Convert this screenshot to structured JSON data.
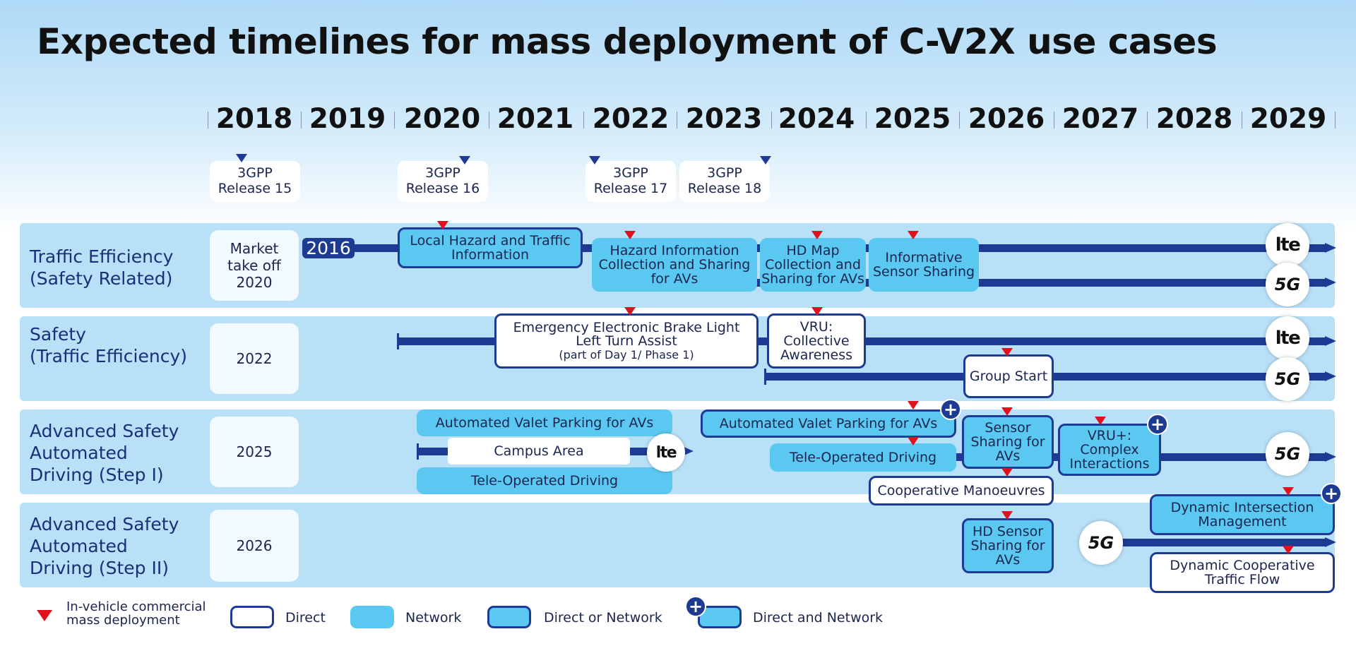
{
  "title": "Expected timelines for mass deployment of C-V2X use cases",
  "years": [
    "2018",
    "2019",
    "2020",
    "2021",
    "2022",
    "2023",
    "2024",
    "2025",
    "2026",
    "2027",
    "2028",
    "2029"
  ],
  "releases": [
    {
      "line1": "3GPP",
      "line2": "Release 15"
    },
    {
      "line1": "3GPP",
      "line2": "Release 16"
    },
    {
      "line1": "3GPP",
      "line2": "Release 17"
    },
    {
      "line1": "3GPP",
      "line2": "Release 18"
    }
  ],
  "rows": [
    {
      "line1": "Traffic Efficiency",
      "line2": "(Safety Related)",
      "year_line1": "Market",
      "year_line2": "take off",
      "year_line3": "2020"
    },
    {
      "line1": "Safety",
      "line2": "(Traffic Efficiency)",
      "year": "2022"
    },
    {
      "line1": "Advanced Safety",
      "line2": "Automated",
      "line3": "Driving (Step I)",
      "year": "2025"
    },
    {
      "line1": "Advanced Safety",
      "line2": "Automated",
      "line3": "Driving (Step II)",
      "year": "2026"
    }
  ],
  "start_tag": "2016",
  "tech": {
    "lte": "lte",
    "g5": "5G"
  },
  "boxes": {
    "local_hazard": "Local Hazard and Traffic Information",
    "hazard_info": "Hazard Information Collection and Sharing for AVs",
    "hd_map": "HD Map Collection and Sharing for AVs",
    "informative_sensor": "Informative Sensor Sharing",
    "eebl_line1": "Emergency Electronic Brake Light",
    "eebl_line2": "Left Turn Assist",
    "eebl_line3": "(part of Day 1/ Phase 1)",
    "vru": "VRU: Collective Awareness",
    "group_start": "Group Start",
    "avp1": "Automated Valet Parking for AVs",
    "campus": "Campus Area",
    "tele1": "Tele-Operated Driving",
    "avp2": "Automated Valet Parking for AVs",
    "tele2": "Tele-Operated Driving",
    "sensor_sharing": "Sensor Sharing for AVs",
    "vru_plus": "VRU+: Complex Interactions",
    "coop_man": "Cooperative Manoeuvres",
    "dyn_int": "Dynamic Intersection Management",
    "hd_sensor": "HD Sensor Sharing for AVs",
    "dyn_coop": "Dynamic Cooperative Traffic Flow"
  },
  "legend": {
    "deploy_line1": "In-vehicle commercial",
    "deploy_line2": "mass deployment",
    "direct": "Direct",
    "network": "Network",
    "direct_or_network": "Direct or Network",
    "direct_and_network": "Direct and Network"
  },
  "colors": {
    "network": "#5ac8f1",
    "line": "#1e3b94",
    "marker": "#e0101c",
    "band": "#b8e1f8"
  }
}
